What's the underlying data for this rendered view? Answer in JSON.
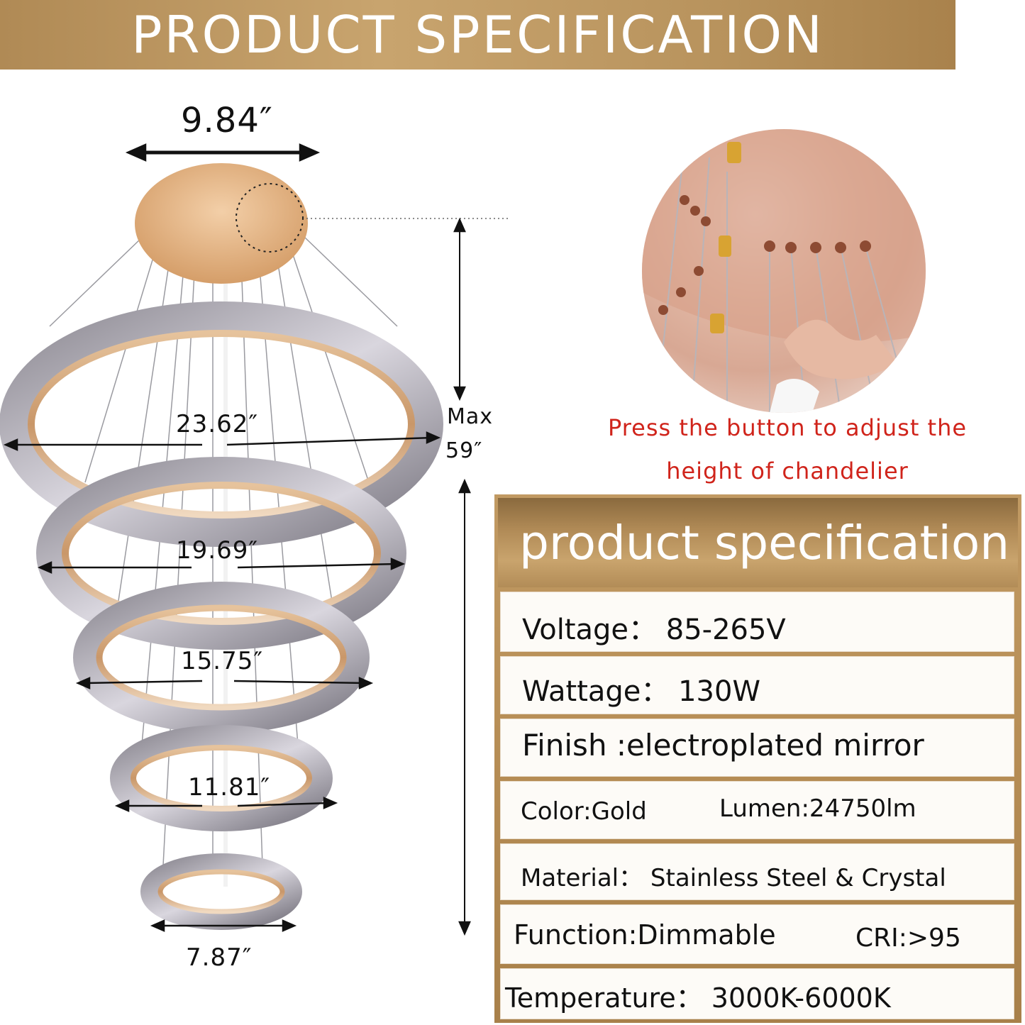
{
  "banner": {
    "title": "PRODUCT  SPECIFICATION"
  },
  "dimensions": {
    "canopy": "9.84″",
    "ring1": "23.62″",
    "ring2": "19.69″",
    "ring3": "15.75″",
    "ring4": "11.81″",
    "ring5": "7.87″",
    "max_label": "Max",
    "max_value": "59″"
  },
  "detail": {
    "caption_line1": "Press the button to adjust  the",
    "caption_line2": "height  of  chandelier"
  },
  "spec": {
    "title": "product specification",
    "voltage": "Voltage： 85-265V",
    "wattage": "Wattage： 130W",
    "finish": "Finish :electroplated mirror",
    "color": "Color:Gold",
    "lumen": "Lumen:24750lm",
    "material": "Material： Stainless Steel & Crystal",
    "function": "Function:Dimmable",
    "cri": "CRI:>95",
    "temperature": "Temperature： 3000K-6000K"
  },
  "colors": {
    "gold": "#b8935d",
    "caption_red": "#d0241b",
    "row_bg": "#fdfbf7"
  }
}
